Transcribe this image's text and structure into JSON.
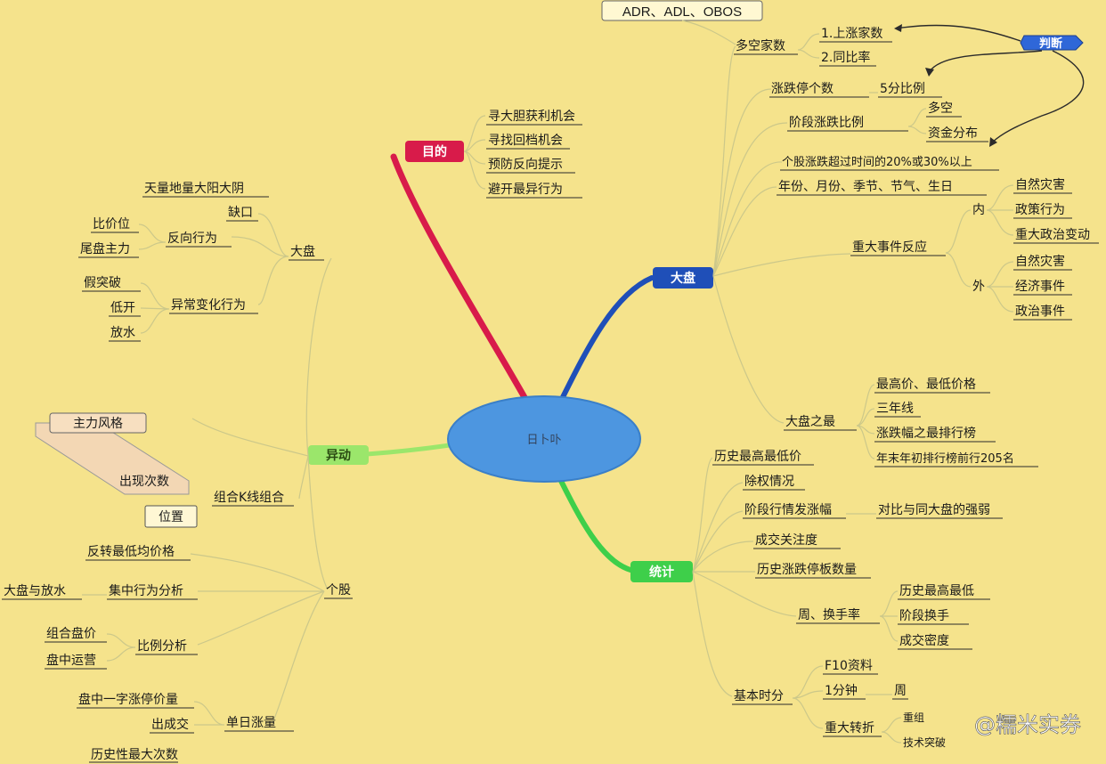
{
  "center": {
    "label": "日卜卟"
  },
  "watermark": "@糯米实券",
  "branches": {
    "purpose": {
      "label": "目的",
      "color": "#d81b4a",
      "items": [
        "寻大胆获利机会",
        "寻找回档机会",
        "预防反向提示",
        "避开最异行为"
      ]
    },
    "market": {
      "label": "大盘",
      "color": "#1f4fb8",
      "adr_box": "ADR、ADL、OBOS",
      "flag": "判断",
      "breadth": {
        "label": "多空家数",
        "items": [
          "1.上涨家数",
          "2.同比率"
        ]
      },
      "advancing": {
        "label": "涨跌停个数",
        "value": "5分比例"
      },
      "ratio": {
        "label": "阶段涨跌比例",
        "items": [
          "多空",
          "资金分布"
        ]
      },
      "extreme": "个股涨跌超过时间的20%或30%以上",
      "seasonal": "年份、月份、季节、节气、生日",
      "events": {
        "label": "重大事件反应",
        "domestic": {
          "label": "内",
          "items": [
            "自然灾害",
            "政策行为",
            "重大政治变动"
          ]
        },
        "foreign": {
          "label": "外",
          "items": [
            "自然灾害",
            "经济事件",
            "政治事件"
          ]
        }
      },
      "top": {
        "label": "大盘之最",
        "items": [
          "最高价、最低价格",
          "三年线",
          "涨跌幅之最排行榜",
          "年末年初排行榜前行205名"
        ]
      }
    },
    "anomaly": {
      "label": "异动",
      "color": "#7ed957",
      "style_box": "主力风格",
      "style_sub": "出现次数",
      "position_box": "位置",
      "combo": "组合K线组合",
      "market_sub": {
        "label": "大盘",
        "gap": "缺口",
        "gap_detail": "天量地量大阳大阴",
        "reverse": {
          "label": "反向行为",
          "items": [
            "比价位",
            "尾盘主力"
          ]
        },
        "abnormal": {
          "label": "异常变化行为",
          "items": [
            "假突破",
            "低开",
            "放水"
          ]
        }
      },
      "stock_sub": {
        "label": "个股",
        "reverse_price": "反转最低均价格",
        "concentration": {
          "label": "集中行为分析",
          "items": [
            "大盘与放水"
          ]
        },
        "split": {
          "label": "比例分析",
          "items": [
            "组合盘价",
            "盘中运营"
          ]
        },
        "daily": {
          "label": "单日涨量",
          "items": [
            "盘中一字涨停价量",
            "出成交"
          ]
        },
        "history": "历史性最大次数"
      }
    },
    "stats": {
      "label": "统计",
      "color": "#3ecf4a",
      "items": [
        "历史最高最低价",
        "除权情况",
        "阶段行情发涨幅",
        "成交关注度",
        "历史涨跌停板数量"
      ],
      "compare": "对比与同大盘的强弱",
      "turnover": {
        "label": "周、换手率",
        "items": [
          "历史最高最低",
          "阶段换手",
          "成交密度"
        ]
      },
      "basic": {
        "label": "基本时分",
        "items": [
          "F10资料",
          "1分钟"
        ],
        "sub": "周",
        "big": "重大转折",
        "big_items": [
          "重组",
          "技术突破"
        ]
      }
    }
  }
}
